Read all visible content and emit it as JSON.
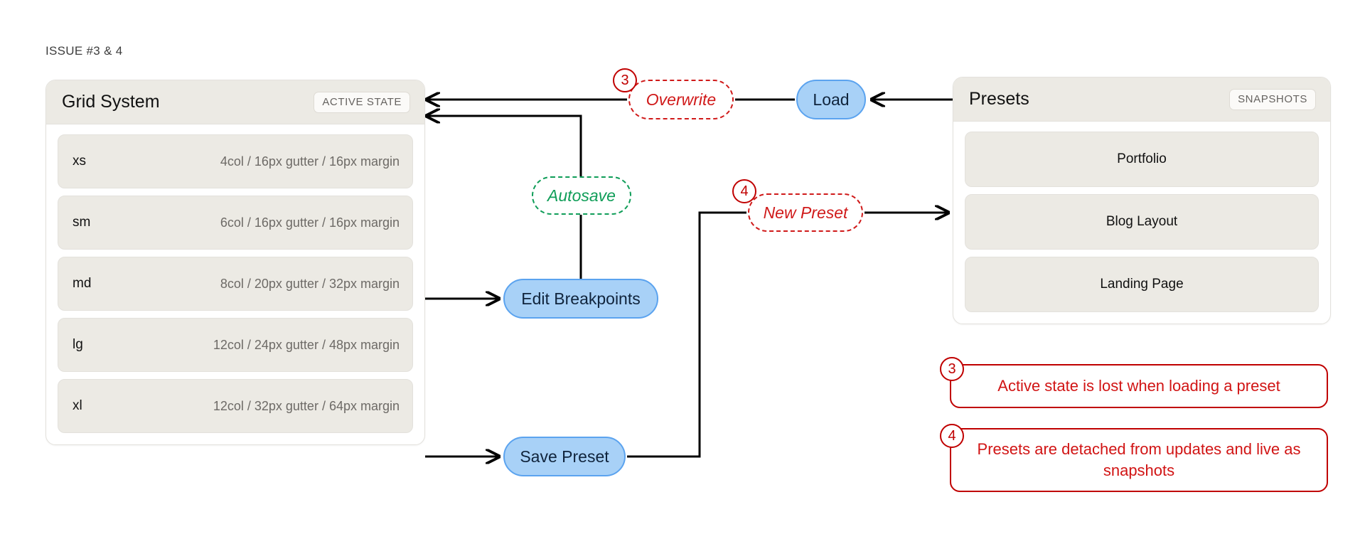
{
  "caption": "ISSUE #3 & 4",
  "colors": {
    "accent_blue": "#a8d1f7",
    "accent_blue_border": "#5ba3ef",
    "issue_red": "#d01a1a",
    "marker_red": "#c00000",
    "autosave_green": "#0f9d58",
    "panel_surface": "#eceae4",
    "panel_border": "#e3e1dc",
    "canvas": "#ffffff"
  },
  "grid_system_panel": {
    "title": "Grid System",
    "badge": "ACTIVE STATE",
    "breakpoints": [
      {
        "key": "xs",
        "value": "4col / 16px gutter / 16px margin"
      },
      {
        "key": "sm",
        "value": "6col / 16px gutter / 16px margin"
      },
      {
        "key": "md",
        "value": "8col / 20px gutter / 32px margin"
      },
      {
        "key": "lg",
        "value": "12col / 24px gutter / 48px margin"
      },
      {
        "key": "xl",
        "value": "12col / 32px gutter / 64px margin"
      }
    ]
  },
  "presets_panel": {
    "title": "Presets",
    "badge": "SNAPSHOTS",
    "items": [
      {
        "label": "Portfolio"
      },
      {
        "label": "Blog Layout"
      },
      {
        "label": "Landing Page"
      }
    ]
  },
  "flow": {
    "load": "Load",
    "overwrite": "Overwrite",
    "autosave": "Autosave",
    "new_preset": "New Preset",
    "edit_breakpoints": "Edit Breakpoints",
    "save_preset": "Save Preset"
  },
  "markers": {
    "flow_overwrite": "3",
    "flow_new_preset": "4",
    "note_three": "3",
    "note_four": "4"
  },
  "issues": [
    {
      "number": "3",
      "text": "Active state is lost when loading a preset"
    },
    {
      "number": "4",
      "text": "Presets are detached from updates and live as snapshots"
    }
  ]
}
